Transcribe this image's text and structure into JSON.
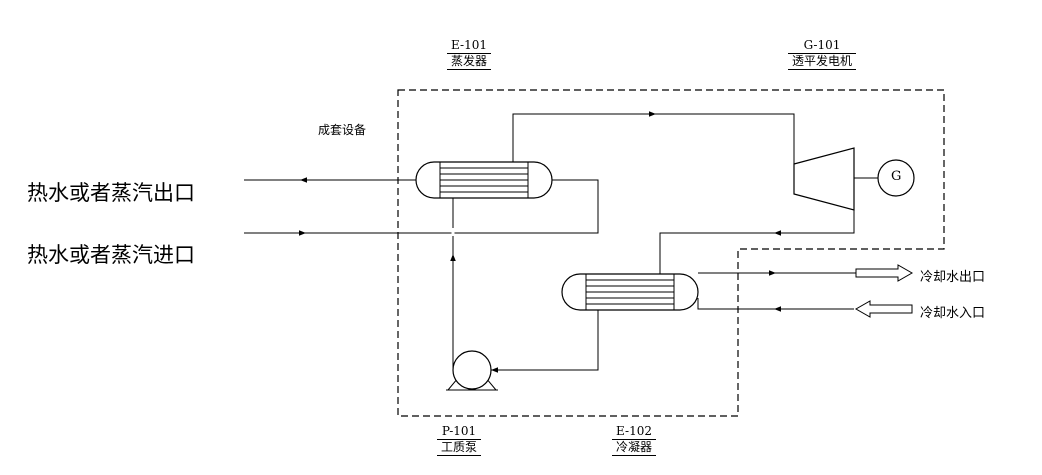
{
  "equipment": {
    "evaporator": {
      "id": "E-101",
      "name": "蒸发器"
    },
    "generator": {
      "id": "G-101",
      "name": "透平发电机"
    },
    "pump": {
      "id": "P-101",
      "name": "工质泵"
    },
    "condenser": {
      "id": "E-102",
      "name": "冷凝器"
    }
  },
  "package_label": "成套设备",
  "streams": {
    "hot_outlet": "热水或者蒸汽出口",
    "hot_inlet": "热水或者蒸汽进口",
    "cooling_outlet": "冷却水出口",
    "cooling_inlet": "冷却水入口"
  },
  "generator_symbol": "G"
}
